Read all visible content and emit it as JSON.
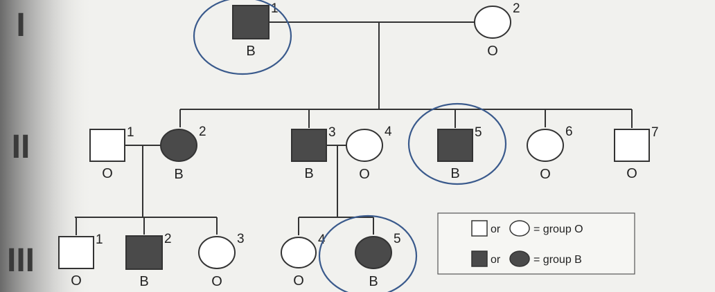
{
  "generations": [
    "I",
    "II",
    "III"
  ],
  "individuals": [
    {
      "id": "I-1",
      "number": "1",
      "sex": "male",
      "affected": true,
      "blood_group": "B",
      "highlighted": true
    },
    {
      "id": "I-2",
      "number": "2",
      "sex": "female",
      "affected": false,
      "blood_group": "O",
      "highlighted": false
    },
    {
      "id": "II-1",
      "number": "1",
      "sex": "male",
      "affected": false,
      "blood_group": "O",
      "highlighted": false
    },
    {
      "id": "II-2",
      "number": "2",
      "sex": "female",
      "affected": true,
      "blood_group": "B",
      "highlighted": false
    },
    {
      "id": "II-3",
      "number": "3",
      "sex": "male",
      "affected": true,
      "blood_group": "B",
      "highlighted": false
    },
    {
      "id": "II-4",
      "number": "4",
      "sex": "female",
      "affected": false,
      "blood_group": "O",
      "highlighted": false
    },
    {
      "id": "II-5",
      "number": "5",
      "sex": "male",
      "affected": true,
      "blood_group": "B",
      "highlighted": true
    },
    {
      "id": "II-6",
      "number": "6",
      "sex": "female",
      "affected": false,
      "blood_group": "O",
      "highlighted": false
    },
    {
      "id": "II-7",
      "number": "7",
      "sex": "male",
      "affected": false,
      "blood_group": "O",
      "highlighted": false
    },
    {
      "id": "III-1",
      "number": "1",
      "sex": "male",
      "affected": false,
      "blood_group": "O",
      "highlighted": false
    },
    {
      "id": "III-2",
      "number": "2",
      "sex": "male",
      "affected": true,
      "blood_group": "B",
      "highlighted": false
    },
    {
      "id": "III-3",
      "number": "3",
      "sex": "female",
      "affected": false,
      "blood_group": "O",
      "highlighted": false
    },
    {
      "id": "III-4",
      "number": "4",
      "sex": "female",
      "affected": false,
      "blood_group": "O",
      "highlighted": false
    },
    {
      "id": "III-5",
      "number": "5",
      "sex": "female",
      "affected": true,
      "blood_group": "B",
      "highlighted": true
    }
  ],
  "legend": {
    "or_text": "or",
    "unaffected_text": "= group O",
    "affected_text": "= group B"
  },
  "colors": {
    "affected_fill": "#4a4a4a",
    "unaffected_fill": "#ffffff",
    "line": "#333333",
    "highlight_circle": "#3a5a8c"
  }
}
